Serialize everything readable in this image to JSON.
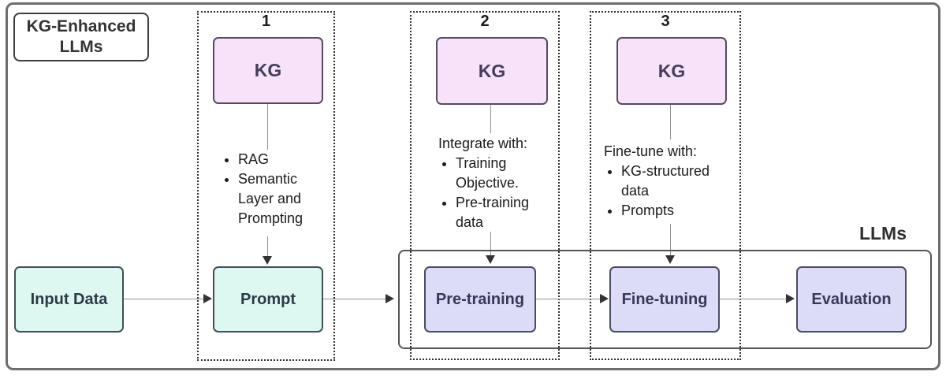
{
  "diagram_title": {
    "line1": "KG-Enhanced",
    "line2": "LLMs"
  },
  "groups": [
    {
      "number": "1",
      "kg_label": "KG",
      "bullets": [
        "RAG",
        "Semantic Layer and Prompting"
      ]
    },
    {
      "number": "2",
      "kg_label": "KG",
      "intro": "Integrate with:",
      "bullets": [
        "Training Objective.",
        "Pre-training data"
      ]
    },
    {
      "number": "3",
      "kg_label": "KG",
      "intro": "Fine-tune with:",
      "bullets": [
        "KG-structured data",
        "Prompts"
      ]
    }
  ],
  "pipeline": {
    "input_data": "Input Data",
    "prompt": "Prompt",
    "pre_training": "Pre-training",
    "fine_tuning": "Fine-tuning",
    "evaluation": "Evaluation"
  },
  "llms_group_label": "LLMs",
  "colors": {
    "kg_fill": "#f7e2f9",
    "kg_border": "#564a63",
    "mint_fill": "#dcf8f1",
    "mint_border": "#40505b",
    "lavender_fill": "#dddcf6",
    "lavender_border": "#4c4c66",
    "frame_border": "#6d6d6d",
    "dotted_border": "#2e2e2e",
    "connector_line": "#8f8f8f",
    "arrowhead": "#333333"
  }
}
